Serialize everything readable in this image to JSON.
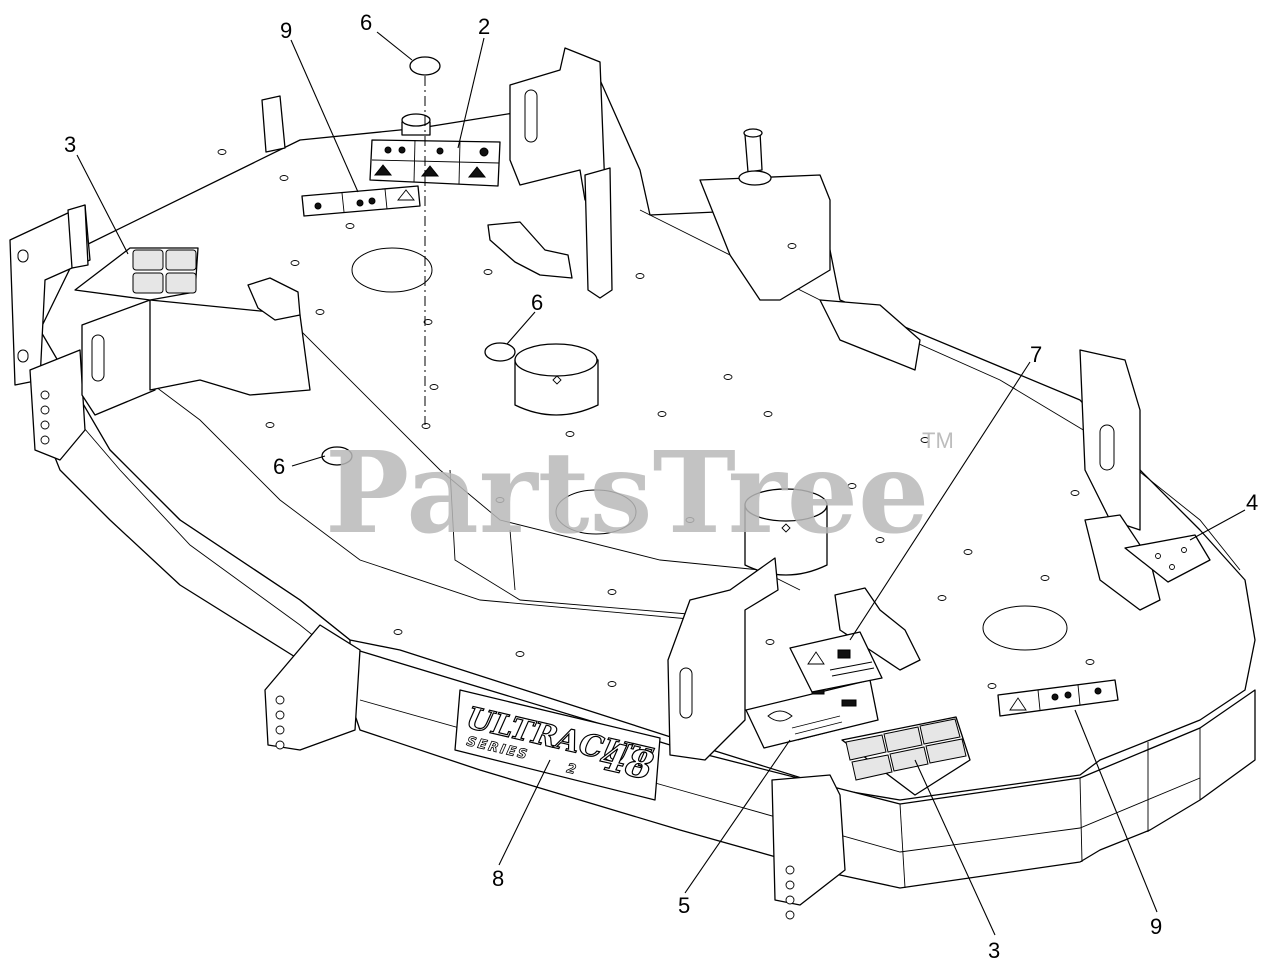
{
  "diagram": {
    "watermark": {
      "text": "PartsTree",
      "trademark": "TM"
    },
    "decal_logo": {
      "brand_text": "ULTRACUT",
      "series_text": "SERIES",
      "series_number": "2",
      "size_text": "48"
    },
    "callouts": [
      {
        "id": "c-2",
        "label": "2"
      },
      {
        "id": "c-3a",
        "label": "3"
      },
      {
        "id": "c-3b",
        "label": "3"
      },
      {
        "id": "c-4",
        "label": "4"
      },
      {
        "id": "c-5",
        "label": "5"
      },
      {
        "id": "c-6a",
        "label": "6"
      },
      {
        "id": "c-6b",
        "label": "6"
      },
      {
        "id": "c-6c",
        "label": "6"
      },
      {
        "id": "c-7",
        "label": "7"
      },
      {
        "id": "c-8",
        "label": "8"
      },
      {
        "id": "c-9a",
        "label": "9"
      },
      {
        "id": "c-9b",
        "label": "9"
      }
    ]
  }
}
